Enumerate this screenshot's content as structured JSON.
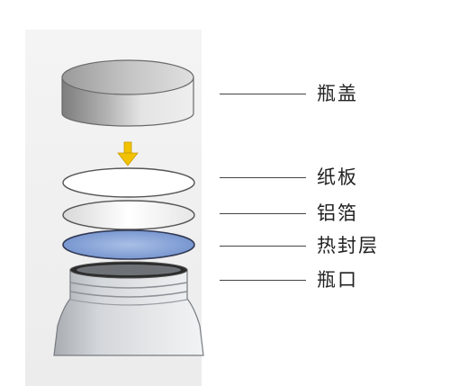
{
  "labels": {
    "cap": "瓶盖",
    "cardboard": "纸板",
    "aluminum_foil": "铝箔",
    "heat_seal_layer": "热封层",
    "bottle_mouth": "瓶口"
  },
  "colors": {
    "cap_dark": "#8a8a8a",
    "cap_light": "#e9e9e9",
    "arrow": "#f2c200",
    "heat_seal": "#7f9fd6",
    "bottle": "#c9cdd2",
    "panel": "#eeeeee"
  }
}
